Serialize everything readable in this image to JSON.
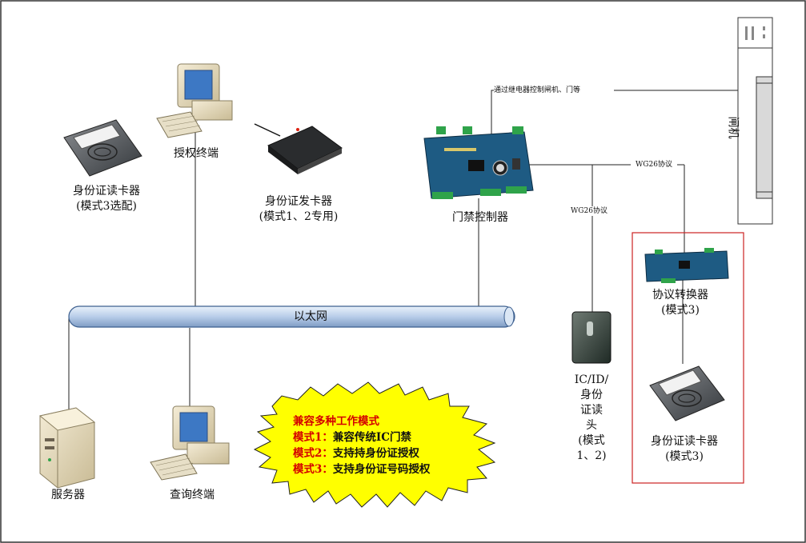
{
  "network": {
    "label": "以太网"
  },
  "devices": {
    "auth_terminal": "授权终端",
    "id_reader_left": {
      "line1": "身份证读卡器",
      "line2": "(模式3选配)"
    },
    "id_issuer": {
      "line1": "身份证发卡器",
      "line2": "(模式1、2专用)"
    },
    "door_controller": "门禁控制器",
    "server": "服务器",
    "query_terminal": "查询终端",
    "card_reader": {
      "line1": "IC/ID/",
      "line2": "身份",
      "line3": "证读",
      "line4": "头",
      "line5": "(模式",
      "line6": "1、2)"
    },
    "protocol_converter": {
      "line1": "协议转换器",
      "line2": "(模式3)"
    },
    "id_reader_right": {
      "line1": "身份证读卡器",
      "line2": "(模式3)"
    },
    "gate": "闸机"
  },
  "connections": {
    "relay": "通过继电器控制闸机、门等",
    "wg26_a": "WG26协议",
    "wg26_b": "WG26协议"
  },
  "burst": {
    "title": "兼容多种工作模式",
    "modes": [
      {
        "key": "模式1：",
        "text": "兼容传统IC门禁"
      },
      {
        "key": "模式2：",
        "text": "支持持身份证授权"
      },
      {
        "key": "模式3：",
        "text": "支持身份证号码授权"
      }
    ]
  },
  "colors": {
    "border": "#333333",
    "network_fill": "#c9daf0",
    "burst_fill": "#ffff00",
    "highlight_box": "#cc2222",
    "mode_key": "#d40000",
    "board": "#1e5b83"
  }
}
